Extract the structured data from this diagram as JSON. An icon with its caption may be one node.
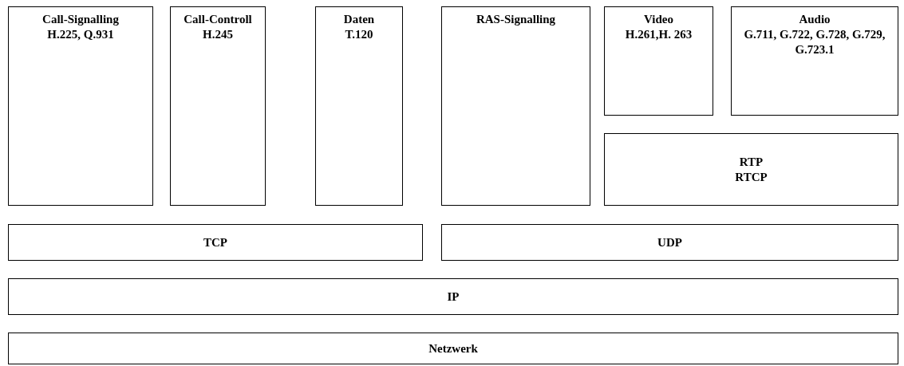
{
  "diagram": {
    "nodes": [
      {
        "text": [
          "Call-Signalling",
          "H.225, Q.931"
        ]
      },
      {
        "text": [
          "Call-Controll",
          "H.245"
        ]
      },
      {
        "text": [
          "Daten",
          "T.120"
        ]
      },
      {
        "text": [
          "RAS-Signalling"
        ]
      },
      {
        "text": [
          "Video",
          "H.261,H. 263"
        ]
      },
      {
        "text": [
          "Audio",
          "G.711, G.722, G.728, G.729, G.723.1"
        ]
      },
      {
        "text": [
          "RTP",
          "RTCP"
        ]
      },
      {
        "text": [
          "TCP"
        ]
      },
      {
        "text": [
          "UDP"
        ]
      },
      {
        "text": [
          "IP"
        ]
      },
      {
        "text": [
          "Netzwerk"
        ]
      }
    ],
    "edges": []
  }
}
